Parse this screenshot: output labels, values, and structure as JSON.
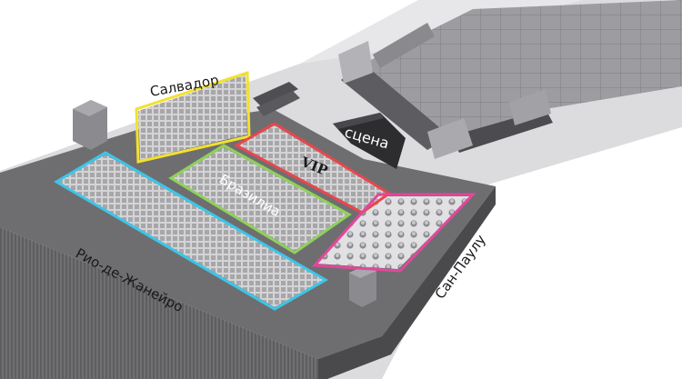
{
  "venue": {
    "stage_label": "сцена",
    "zones": [
      {
        "id": "salvador",
        "label": "Салвадор",
        "color": "#f2e12f",
        "seating": "seated rows"
      },
      {
        "id": "vip",
        "label": "VIP",
        "color": "#e8474c",
        "seating": "seated rows"
      },
      {
        "id": "brasilia",
        "label": "Бразилиа",
        "color": "#8fd15a",
        "seating": "seated rows"
      },
      {
        "id": "rio",
        "label": "Рио-де-Жанейро",
        "color": "#3cc6e8",
        "seating": "seated rows"
      },
      {
        "id": "sao-paulo",
        "label": "Сан-Паулу",
        "color": "#e3479b",
        "seating": "standing tables"
      }
    ]
  },
  "colors": {
    "floor": "#d9d9d9",
    "platform_top": "#6b6b6d",
    "platform_side": "#4a4a4c",
    "seat": "#bdbdbd",
    "stage_block": "#2b2b2d"
  }
}
